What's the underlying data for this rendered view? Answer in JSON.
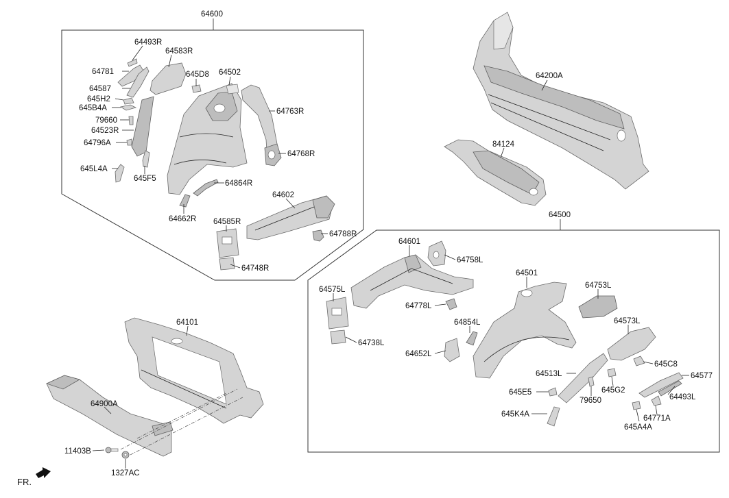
{
  "groups": {
    "g64600": "64600",
    "g64500": "64500"
  },
  "labels": {
    "p64493R": "64493R",
    "p64583R": "64583R",
    "p64781": "64781",
    "p64587": "64587",
    "p645D8": "645D8",
    "p64502": "64502",
    "p645H2": "645H2",
    "p645B4A": "645B4A",
    "p79660": "79660",
    "p64523R": "64523R",
    "p64796A": "64796A",
    "p64763R": "64763R",
    "p64768R": "64768R",
    "p645L4A": "645L4A",
    "p645F5": "645F5",
    "p64864R": "64864R",
    "p64602": "64602",
    "p64662R": "64662R",
    "p64585R": "64585R",
    "p64788R": "64788R",
    "p64748R": "64748R",
    "p64200A": "64200A",
    "p84124": "84124",
    "p64601": "64601",
    "p64758L": "64758L",
    "p64501": "64501",
    "p64753L": "64753L",
    "p64575L": "64575L",
    "p64778L": "64778L",
    "p64854L": "64854L",
    "p64573L": "64573L",
    "p64738L": "64738L",
    "p64652L": "64652L",
    "p645C8": "645C8",
    "p64513L": "64513L",
    "p64577": "64577",
    "p645E5": "645E5",
    "p79650": "79650",
    "p645G2": "645G2",
    "p64493L": "64493L",
    "p645K4A": "645K4A",
    "p64771A": "64771A",
    "p645A4A": "645A4A",
    "p64101": "64101",
    "p64900A": "64900A",
    "p11403B": "11403B",
    "p1327AC": "1327AC"
  },
  "direction": {
    "label": "FR.",
    "icon": "forward-arrow-icon"
  },
  "colors": {
    "part_fill": "#d4d4d4",
    "outline": "#333333",
    "text": "#111111"
  }
}
